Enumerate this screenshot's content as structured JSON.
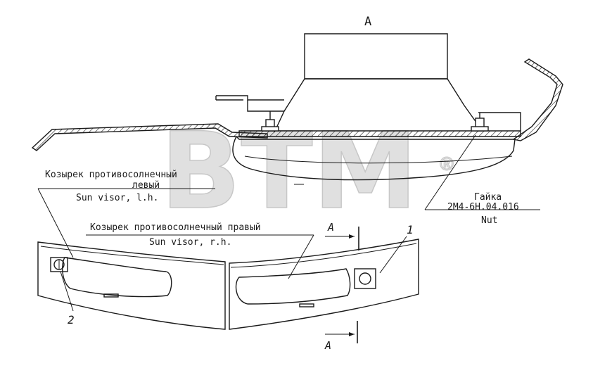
{
  "drawing": {
    "section_title": "A",
    "section_mark_top": "A",
    "section_mark_bottom": "A",
    "callout_1": "1",
    "callout_2": "2"
  },
  "labels": {
    "left_visor_ru_line1": "Козырек противосолнечный",
    "left_visor_ru_line2": "левый",
    "left_visor_en": "Sun visor, l.h.",
    "right_visor_ru": "Козырек противосолнечный правый",
    "right_visor_en": "Sun visor, r.h.",
    "nut_ru": "Гайка",
    "nut_part_number": "2М4-6Н.04.016",
    "nut_en": "Nut"
  },
  "watermark": {
    "text": "BTM",
    "registered_mark": "®",
    "color": "#c8c8c8"
  },
  "colors": {
    "line": "#1a1a1a",
    "hatch_fill": "#ffffff",
    "background": "#ffffff"
  }
}
